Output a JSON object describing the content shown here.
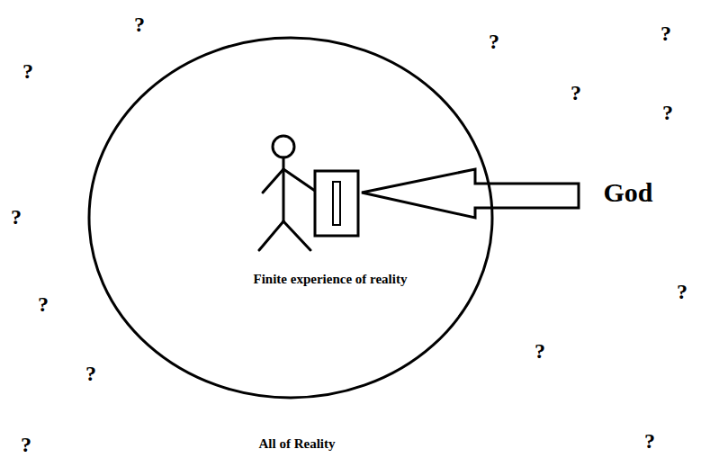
{
  "diagram": {
    "nodes": [
      {
        "text": [
          "Finite experience of reality"
        ]
      }
    ],
    "labels": [
      "God",
      "All of Reality",
      "?",
      "?",
      "?",
      "?",
      "?",
      "?",
      "?",
      "?",
      "?",
      "?",
      "?",
      "?",
      "?"
    ]
  }
}
